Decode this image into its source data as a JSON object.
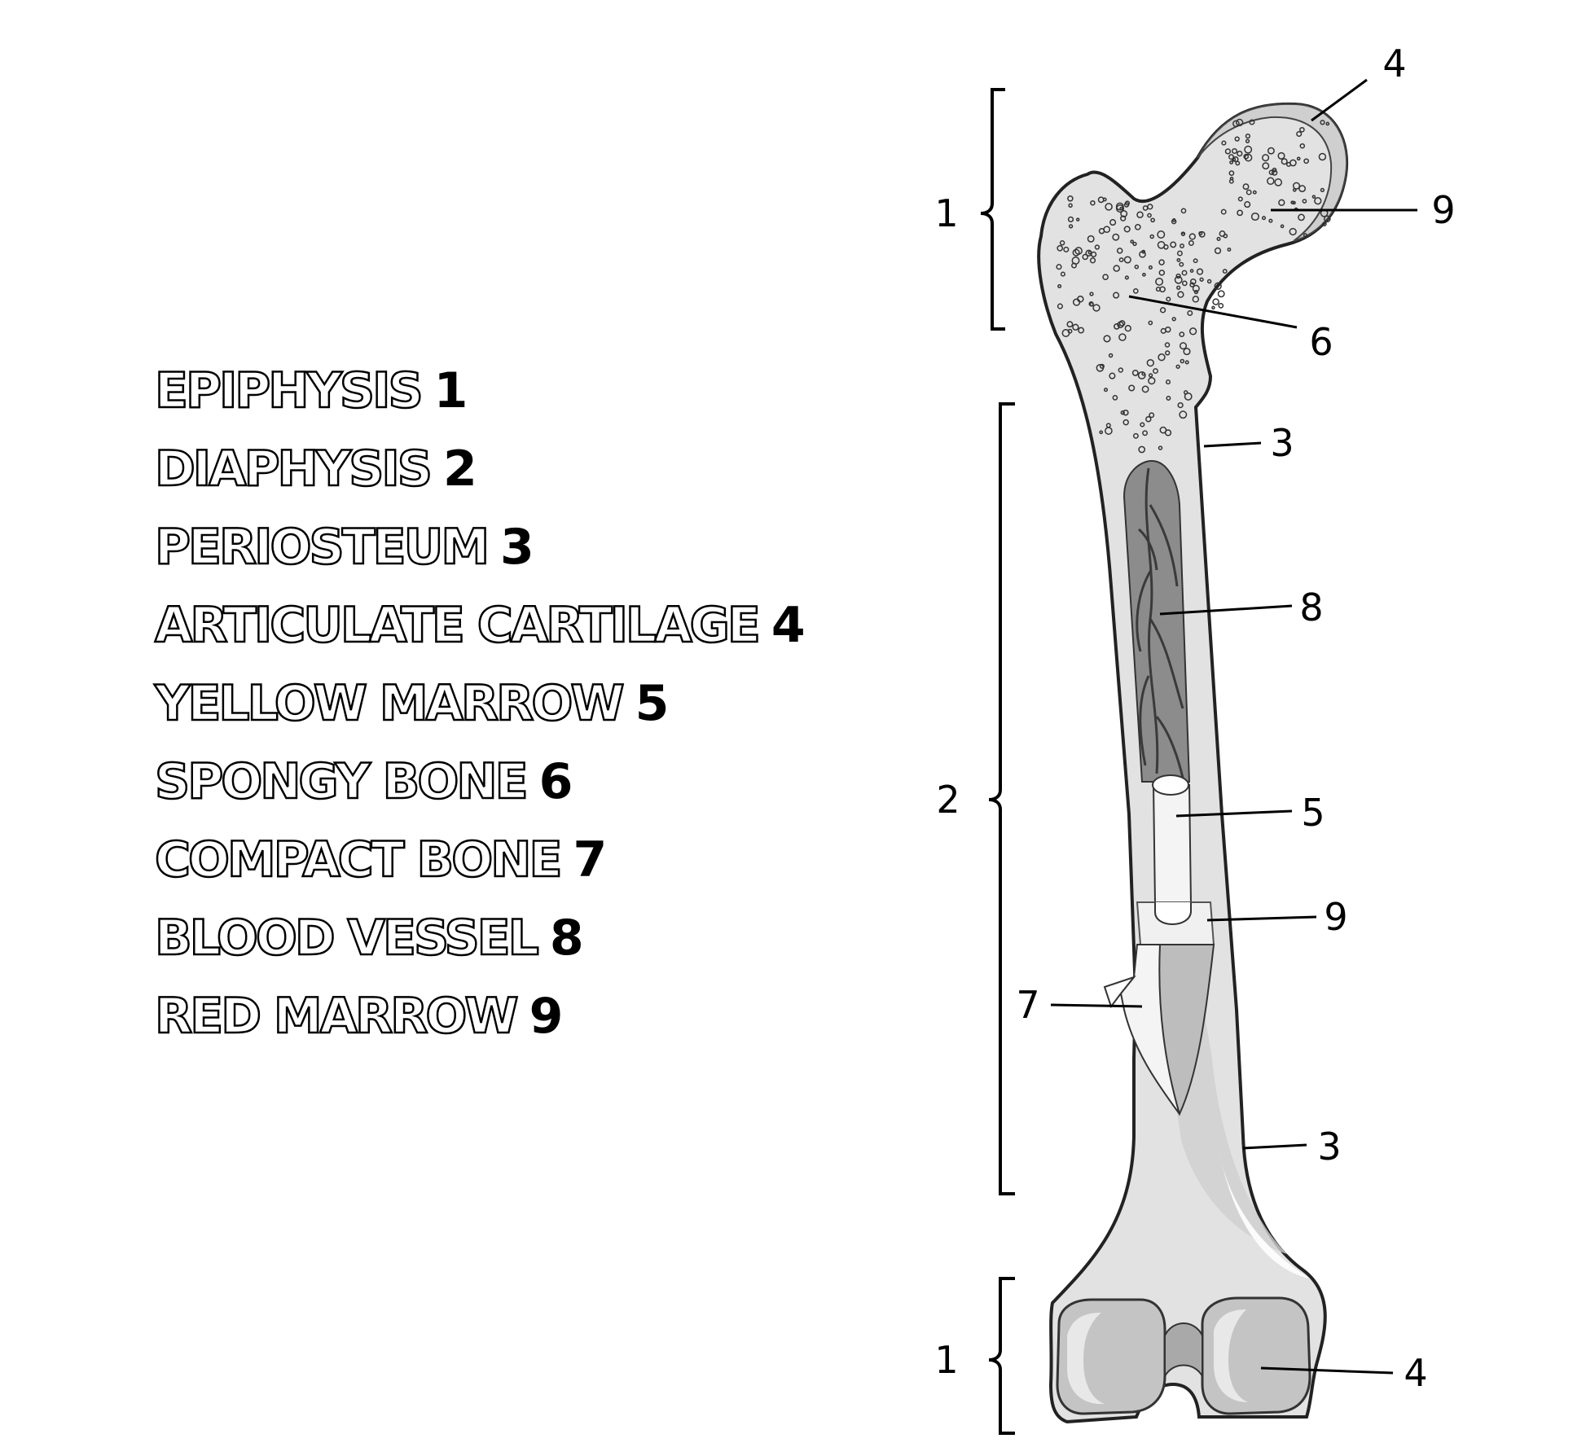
{
  "legend": [
    {
      "term": "EPIPHYSIS",
      "number": "1"
    },
    {
      "term": "DIAPHYSIS",
      "number": "2"
    },
    {
      "term": "PERIOSTEUM",
      "number": "3"
    },
    {
      "term": "ARTICULATE CARTILAGE",
      "number": "4"
    },
    {
      "term": "YELLOW MARROW",
      "number": "5"
    },
    {
      "term": "SPONGY BONE",
      "number": "6"
    },
    {
      "term": "COMPACT BONE",
      "number": "7"
    },
    {
      "term": "BLOOD VESSEL",
      "number": "8"
    },
    {
      "term": "RED MARROW",
      "number": "9"
    }
  ],
  "callouts": {
    "epiphysis_top": "1",
    "diaphysis": "2",
    "epiphysis_bottom": "1",
    "cartilage_top": "4",
    "red_marrow_top": "9",
    "spongy_bone": "6",
    "periosteum_top": "3",
    "blood_vessel": "8",
    "yellow_marrow": "5",
    "red_marrow_mid": "9",
    "compact_bone": "7",
    "periosteum_bottom": "3",
    "cartilage_bottom": "4"
  },
  "colors": {
    "bone": "#e2e2e2",
    "cartilage": "#cfcfcf",
    "marrow_cavity": "#8c8c8c",
    "yellow_marrow": "#f4f4f4"
  }
}
